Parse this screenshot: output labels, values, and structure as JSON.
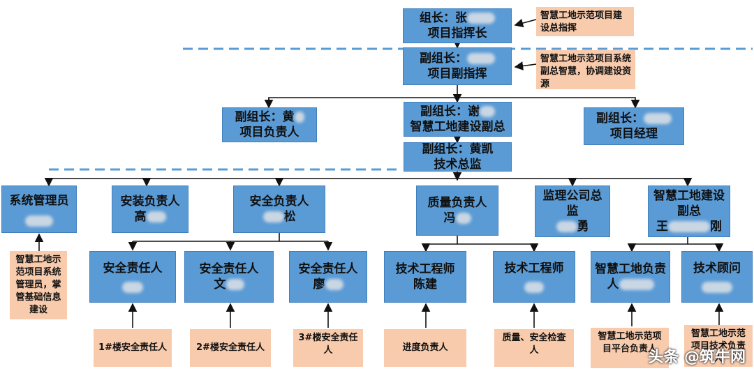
{
  "boxes": {
    "leader": {
      "l1": "组长：张",
      "l2": "项目指挥长"
    },
    "vice": {
      "l1": "副组长：",
      "l2": "项目副指挥"
    },
    "vice_left": {
      "l1": "副组长：黄",
      "l2": "项目负责人"
    },
    "vice_mid": {
      "l1": "副组长：谢",
      "l2": "智慧工地建设副总"
    },
    "vice_right": {
      "l1": "副组长：",
      "l2": "项目经理"
    },
    "tech_director": {
      "l1": "副组长：黄凯",
      "l2": "技术总监"
    },
    "sys_admin": {
      "l1": "系统管理员",
      "l2": ""
    },
    "install": {
      "l1": "安装负责人",
      "l2": "高"
    },
    "safety_head": {
      "l1": "安全负责人",
      "l2": "松"
    },
    "quality_head": {
      "l1": "质量负责人",
      "l2": "冯"
    },
    "supervision": {
      "l1": "监理公司总",
      "l2": "监",
      "l3": "勇"
    },
    "smart_vp": {
      "l1": "智慧工地建设",
      "l2": "副总",
      "l3": "王",
      "l4": "刚"
    },
    "safety1": {
      "l1": "安全责任人",
      "l2": ""
    },
    "safety2": {
      "l1": "安全责任人",
      "l2": "文"
    },
    "safety3": {
      "l1": "安全责任人",
      "l2": "廖"
    },
    "engineer1": {
      "l1": "技术工程师",
      "l2": "陈建"
    },
    "engineer2": {
      "l1": "技术工程师",
      "l2": ""
    },
    "smart_head": {
      "l1": "智慧工地负责",
      "l2": "人"
    },
    "consultant": {
      "l1": "技术顾问",
      "l2": ""
    }
  },
  "notes": {
    "n_leader": "智慧工地示范项目建设总指挥",
    "n_vice": "智慧工地示范项目系统副总智慧，协调建设资源",
    "n_sysadmin": "智慧工地示范项目系统管理员，掌管基础信息建设",
    "n_b1": "1#楼安全责任人",
    "n_b2": "2#楼安全责任人",
    "n_b3": "3#楼安全责任人",
    "n_progress": "进度负责人",
    "n_quality": "质量、安全检查人",
    "n_platform": "智慧工地示范项目平台负责人",
    "n_consult": "智慧工地示范项目技术负责人"
  },
  "watermark": "头条 @筑牛网"
}
